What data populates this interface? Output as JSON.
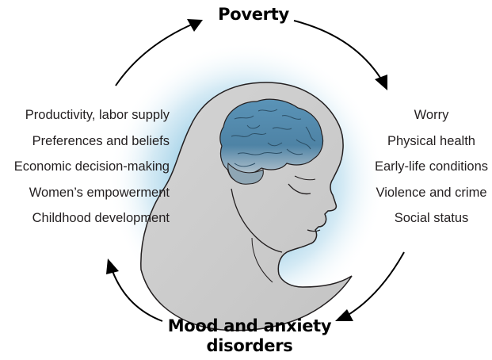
{
  "diagram": {
    "top_node": "Poverty",
    "bottom_node_line1": "Mood and anxiety",
    "bottom_node_line2": "disorders",
    "left_factors": [
      "Productivity, labor supply",
      "Preferences and beliefs",
      "Economic decision-making",
      "Women’s empowerment",
      "Childhood development"
    ],
    "right_factors": [
      "Worry",
      "Physical health",
      "Early-life conditions",
      "Violence and crime",
      "Social status"
    ]
  },
  "colors": {
    "glow_center": "#4ea7cf",
    "brain": "#5c8fae",
    "head": "#d0d0d0",
    "outline": "#231f20"
  }
}
